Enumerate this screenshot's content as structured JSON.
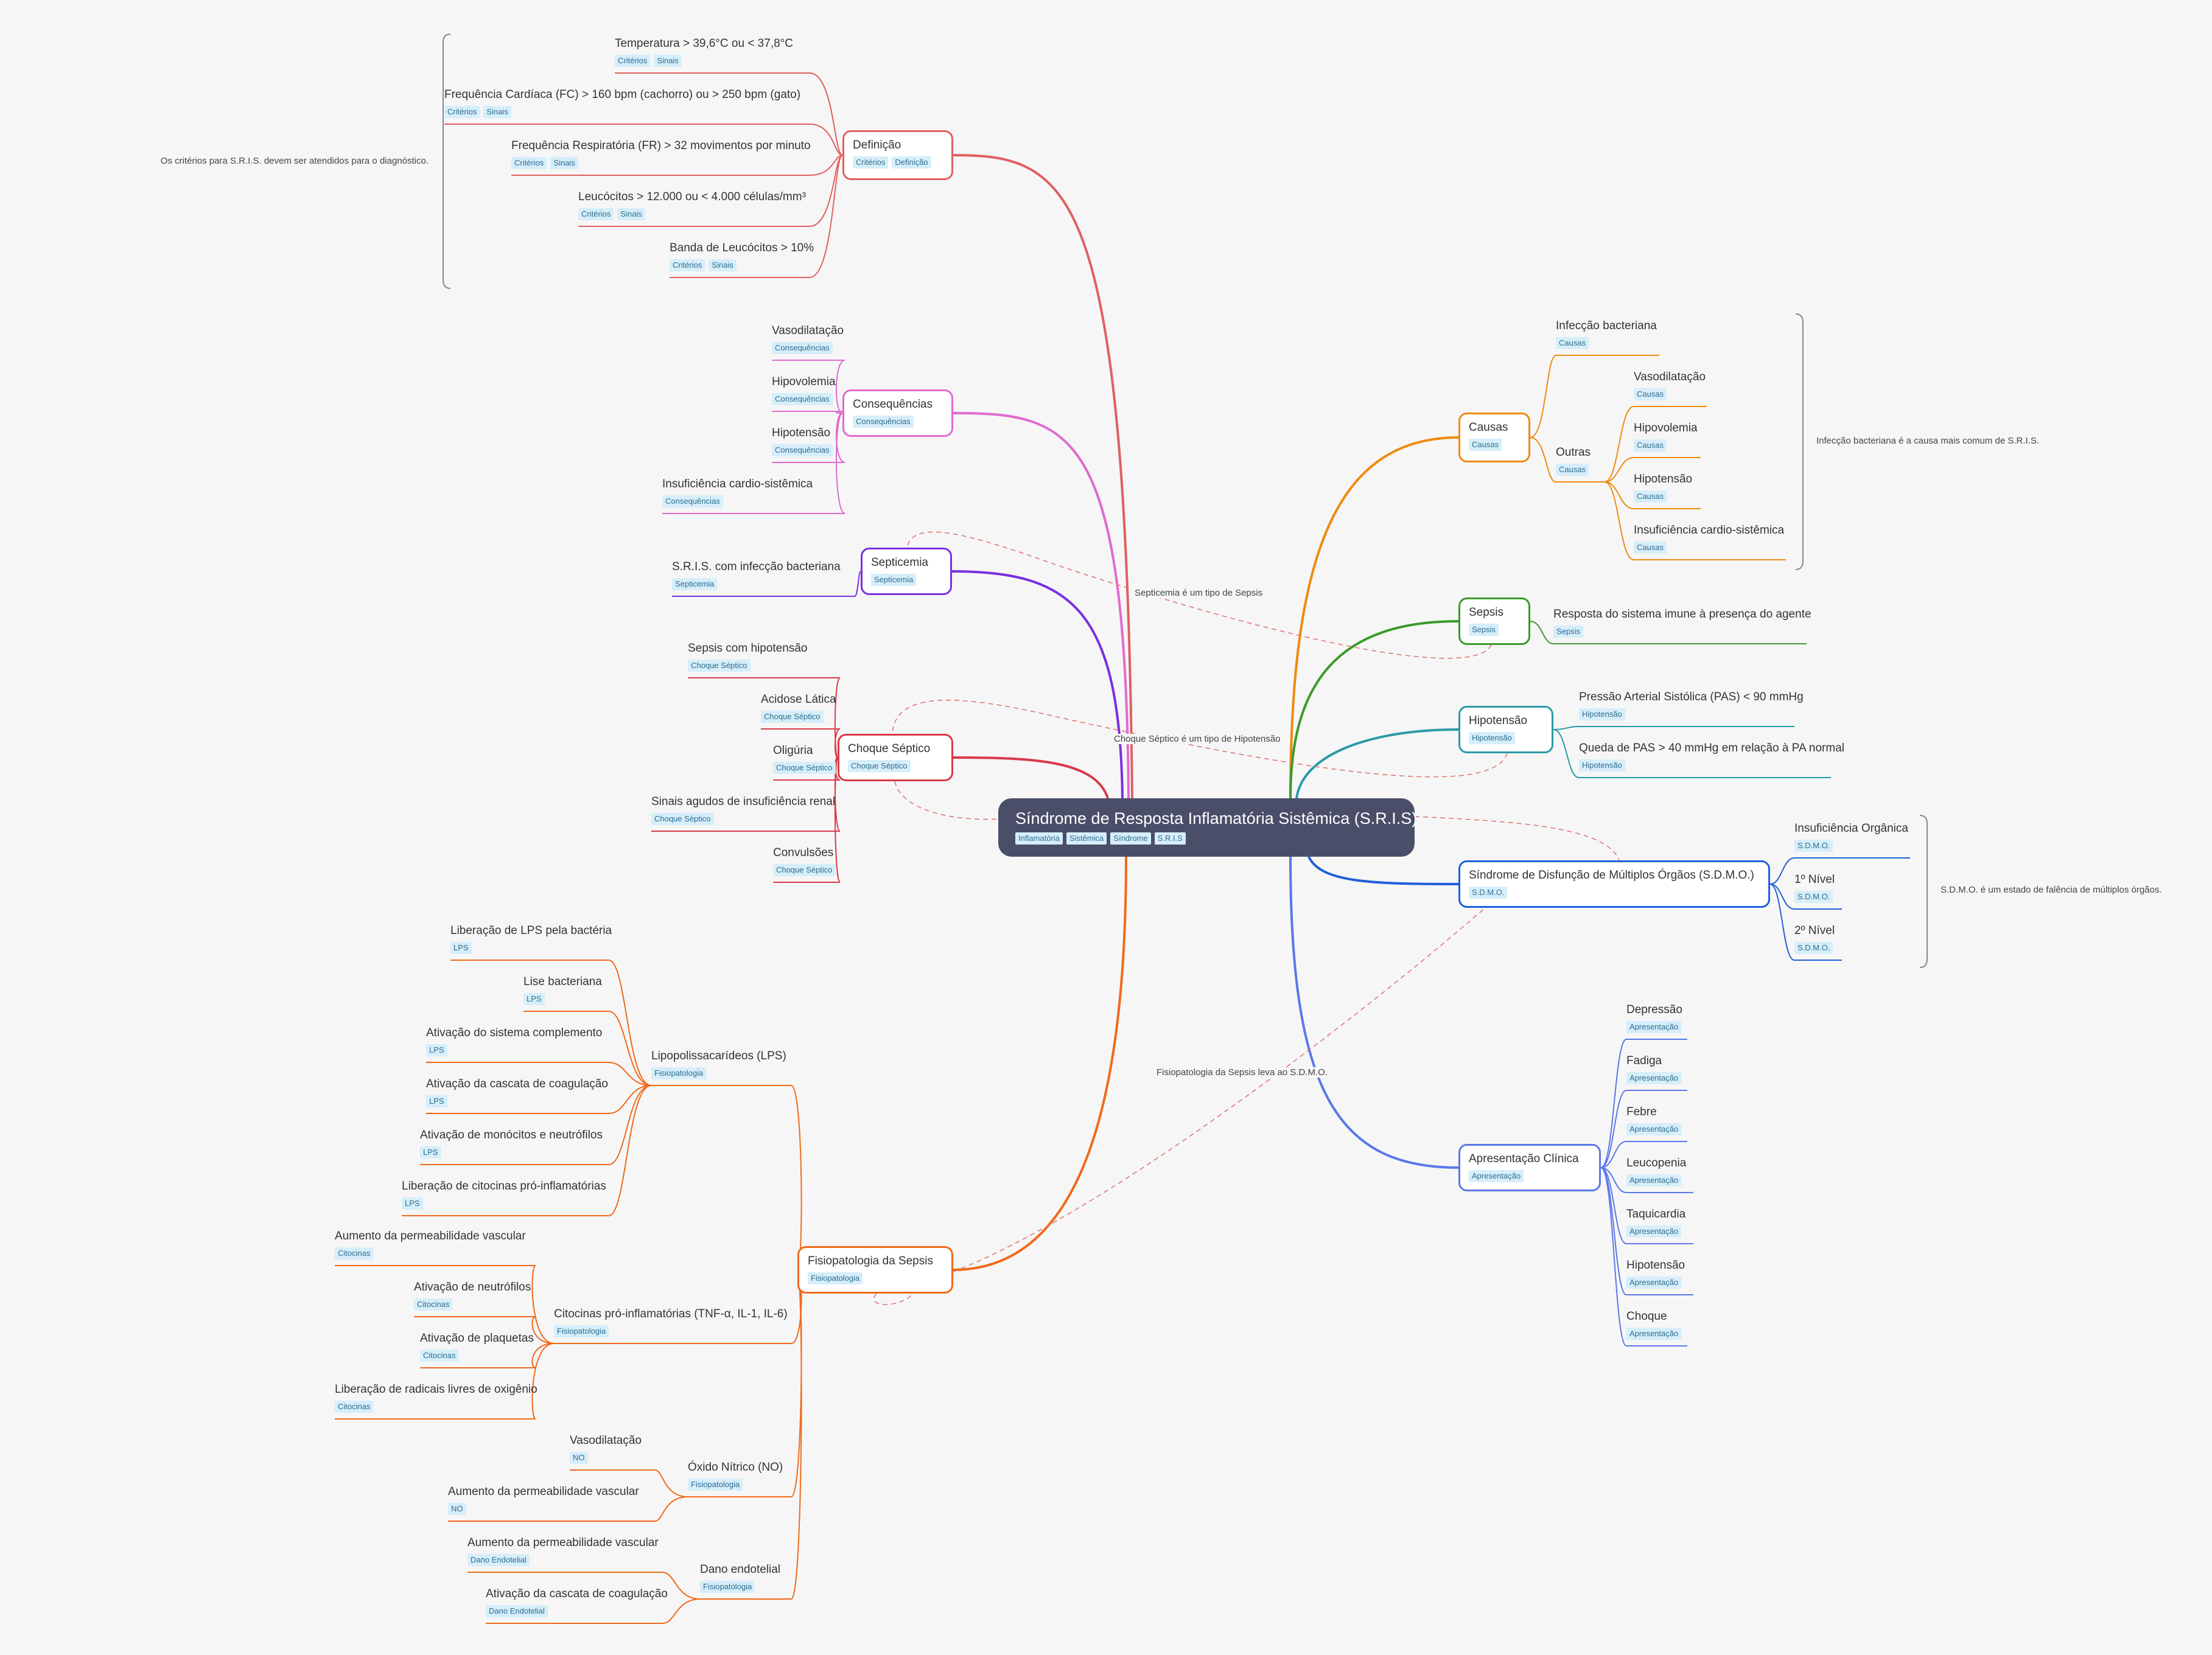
{
  "root": {
    "label": "Síndrome de Resposta Inflamatória Sistêmica (S.R.I.S)",
    "tags": [
      "Inflamatória",
      "Sistêmica",
      "Síndrome",
      "S.R.I.S"
    ]
  },
  "colors": {
    "definicao": "#e06060",
    "consequencias": "#e06ad0",
    "septicemia": "#7a2fe0",
    "choque": "#d93a4a",
    "fisiopatologia": "#f06a1a",
    "causas": "#ee8a10",
    "sepsis": "#3a9a2a",
    "hipotensao": "#2a9aa8",
    "sdmo": "#1f5fd8",
    "apresentacao": "#5a78e8",
    "relation": "#e07070",
    "root": "#4a4e69"
  },
  "branches": [
    {
      "key": "definicao",
      "label": "Definição",
      "tags": [
        "Critérios",
        "Definição"
      ],
      "children": [
        {
          "label": "Temperatura > 39,6°C ou < 37,8°C",
          "tags": [
            "Critérios",
            "Sinais"
          ]
        },
        {
          "label": "Frequência Cardíaca (FC) > 160 bpm (cachorro) ou > 250 bpm (gato)",
          "tags": [
            "Critérios",
            "Sinais"
          ]
        },
        {
          "label": "Frequência Respiratória (FR) > 32 movimentos por minuto",
          "tags": [
            "Critérios",
            "Sinais"
          ]
        },
        {
          "label": "Leucócitos > 12.000 ou < 4.000 células/mm³",
          "tags": [
            "Critérios",
            "Sinais"
          ]
        },
        {
          "label": "Banda de Leucócitos > 10%",
          "tags": [
            "Critérios",
            "Sinais"
          ]
        }
      ],
      "summary": "Os critérios para S.R.I.S. devem ser atendidos para o diagnóstico."
    },
    {
      "key": "consequencias",
      "label": "Consequências",
      "tags": [
        "Consequências"
      ],
      "children": [
        {
          "label": "Vasodilatação",
          "tags": [
            "Consequências"
          ]
        },
        {
          "label": "Hipovolemia",
          "tags": [
            "Consequências"
          ]
        },
        {
          "label": "Hipotensão",
          "tags": [
            "Consequências"
          ]
        },
        {
          "label": "Insuficiência cardio-sistêmica",
          "tags": [
            "Consequências"
          ]
        }
      ]
    },
    {
      "key": "septicemia",
      "label": "Septicemia",
      "tags": [
        "Septicemia"
      ],
      "children": [
        {
          "label": "S.R.I.S. com infecção bacteriana",
          "tags": [
            "Septicemia"
          ]
        }
      ]
    },
    {
      "key": "choque",
      "label": "Choque Séptico",
      "tags": [
        "Choque Séptico"
      ],
      "children": [
        {
          "label": "Sepsis com hipotensão",
          "tags": [
            "Choque Séptico"
          ]
        },
        {
          "label": "Acidose Lática",
          "tags": [
            "Choque Séptico"
          ]
        },
        {
          "label": "Oligúria",
          "tags": [
            "Choque Séptico"
          ]
        },
        {
          "label": "Sinais agudos de insuficiência renal",
          "tags": [
            "Choque Séptico"
          ]
        },
        {
          "label": "Convulsões",
          "tags": [
            "Choque Séptico"
          ]
        }
      ]
    },
    {
      "key": "fisiopatologia",
      "label": "Fisiopatologia da Sepsis",
      "tags": [
        "Fisiopatologia"
      ],
      "children": [
        {
          "label": "Lipopolissacarídeos (LPS)",
          "tags": [
            "Fisiopatologia"
          ],
          "children": [
            {
              "label": "Liberação de LPS pela bactéria",
              "tags": [
                "LPS"
              ]
            },
            {
              "label": "Lise bacteriana",
              "tags": [
                "LPS"
              ]
            },
            {
              "label": "Ativação do sistema complemento",
              "tags": [
                "LPS"
              ]
            },
            {
              "label": "Ativação da cascata de coagulação",
              "tags": [
                "LPS"
              ]
            },
            {
              "label": "Ativação de monócitos e neutrófilos",
              "tags": [
                "LPS"
              ]
            },
            {
              "label": "Liberação de citocinas pró-inflamatórias",
              "tags": [
                "LPS"
              ]
            }
          ]
        },
        {
          "label": "Citocinas pró-inflamatórias (TNF-α, IL-1, IL-6)",
          "tags": [
            "Fisiopatologia"
          ],
          "children": [
            {
              "label": "Aumento da permeabilidade vascular",
              "tags": [
                "Citocinas"
              ]
            },
            {
              "label": "Ativação de neutrófilos",
              "tags": [
                "Citocinas"
              ]
            },
            {
              "label": "Ativação de plaquetas",
              "tags": [
                "Citocinas"
              ]
            },
            {
              "label": "Liberação de radicais livres de oxigênio",
              "tags": [
                "Citocinas"
              ]
            }
          ]
        },
        {
          "label": "Óxido Nítrico (NO)",
          "tags": [
            "Fisiopatologia"
          ],
          "children": [
            {
              "label": "Vasodilatação",
              "tags": [
                "NO"
              ]
            },
            {
              "label": "Aumento da permeabilidade vascular",
              "tags": [
                "NO"
              ]
            }
          ]
        },
        {
          "label": "Dano endotelial",
          "tags": [
            "Fisiopatologia"
          ],
          "children": [
            {
              "label": "Aumento da permeabilidade vascular",
              "tags": [
                "Dano Endotelial"
              ]
            },
            {
              "label": "Ativação da cascata de coagulação",
              "tags": [
                "Dano Endotelial"
              ]
            }
          ]
        }
      ]
    },
    {
      "key": "causas",
      "label": "Causas",
      "tags": [
        "Causas"
      ],
      "children": [
        {
          "label": "Infecção bacteriana",
          "tags": [
            "Causas"
          ]
        },
        {
          "label": "Outras",
          "tags": [
            "Causas"
          ],
          "children": [
            {
              "label": "Vasodilatação",
              "tags": [
                "Causas"
              ]
            },
            {
              "label": "Hipovolemia",
              "tags": [
                "Causas"
              ]
            },
            {
              "label": "Hipotensão",
              "tags": [
                "Causas"
              ]
            },
            {
              "label": "Insuficiência cardio-sistêmica",
              "tags": [
                "Causas"
              ]
            }
          ]
        }
      ],
      "summary": "Infecção bacteriana é a causa mais comum de S.R.I.S."
    },
    {
      "key": "sepsis",
      "label": "Sepsis",
      "tags": [
        "Sepsis"
      ],
      "children": [
        {
          "label": "Resposta do sistema imune à presença do agente",
          "tags": [
            "Sepsis"
          ]
        }
      ]
    },
    {
      "key": "hipotensao",
      "label": "Hipotensão",
      "tags": [
        "Hipotensão"
      ],
      "children": [
        {
          "label": "Pressão Arterial Sistólica (PAS) < 90 mmHg",
          "tags": [
            "Hipotensão"
          ]
        },
        {
          "label": "Queda de PAS > 40 mmHg em relação à PA normal",
          "tags": [
            "Hipotensão"
          ]
        }
      ]
    },
    {
      "key": "sdmo",
      "label": "Síndrome de Disfunção de Múltiplos Órgãos (S.D.M.O.)",
      "tags": [
        "S.D.M.O."
      ],
      "children": [
        {
          "label": "Insuficiência Orgânica",
          "tags": [
            "S.D.M.O."
          ]
        },
        {
          "label": "1º Nível",
          "tags": [
            "S.D.M.O."
          ]
        },
        {
          "label": "2º Nível",
          "tags": [
            "S.D.M.O."
          ]
        }
      ],
      "summary": "S.D.M.O. é um estado de falência de múltiplos órgãos."
    },
    {
      "key": "apresentacao",
      "label": "Apresentação Clínica",
      "tags": [
        "Apresentação"
      ],
      "children": [
        {
          "label": "Depressão",
          "tags": [
            "Apresentação"
          ]
        },
        {
          "label": "Fadiga",
          "tags": [
            "Apresentação"
          ]
        },
        {
          "label": "Febre",
          "tags": [
            "Apresentação"
          ]
        },
        {
          "label": "Leucopenia",
          "tags": [
            "Apresentação"
          ]
        },
        {
          "label": "Taquicardia",
          "tags": [
            "Apresentação"
          ]
        },
        {
          "label": "Hipotensão",
          "tags": [
            "Apresentação"
          ]
        },
        {
          "label": "Choque",
          "tags": [
            "Apresentação"
          ]
        }
      ]
    }
  ],
  "relationships": [
    {
      "label": "Septicemia é um tipo de Sepsis"
    },
    {
      "label": "Choque Séptico é um tipo de Hipotensão"
    },
    {
      "label": "Fisiopatologia da Sepsis leva ao S.D.M.O."
    }
  ]
}
